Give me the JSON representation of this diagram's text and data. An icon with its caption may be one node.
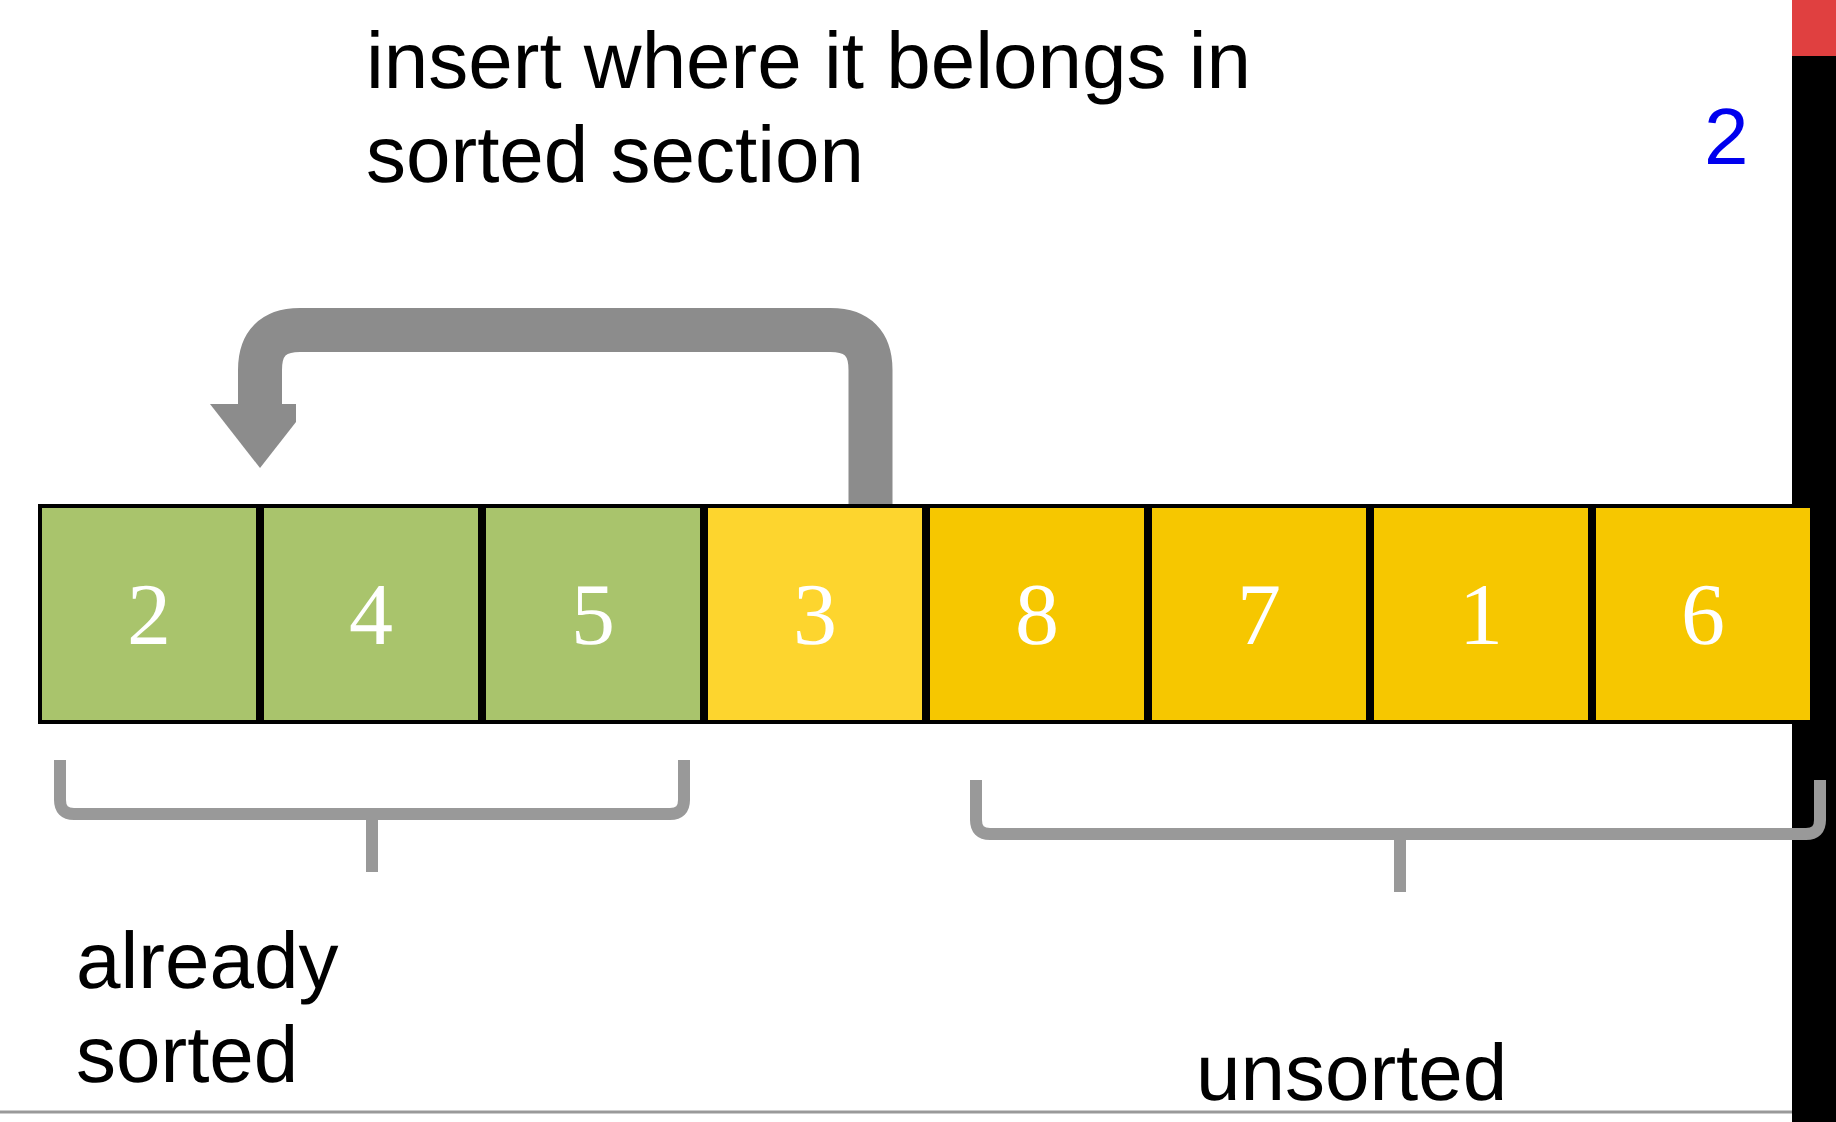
{
  "diagram": {
    "nodes": [
      {
        "text": [
          "2"
        ]
      },
      {
        "text": [
          "4"
        ]
      },
      {
        "text": [
          "5"
        ]
      },
      {
        "text": [
          "3"
        ]
      },
      {
        "text": [
          "8"
        ]
      },
      {
        "text": [
          "7"
        ]
      },
      {
        "text": [
          "1"
        ]
      },
      {
        "text": [
          "6"
        ]
      }
    ],
    "edges": [
      {
        "from": 3,
        "to": 0,
        "arrow": "to"
      }
    ],
    "labels": [
      "insert where it belongs in sorted section",
      "2",
      "already sorted",
      "unsorted"
    ]
  }
}
